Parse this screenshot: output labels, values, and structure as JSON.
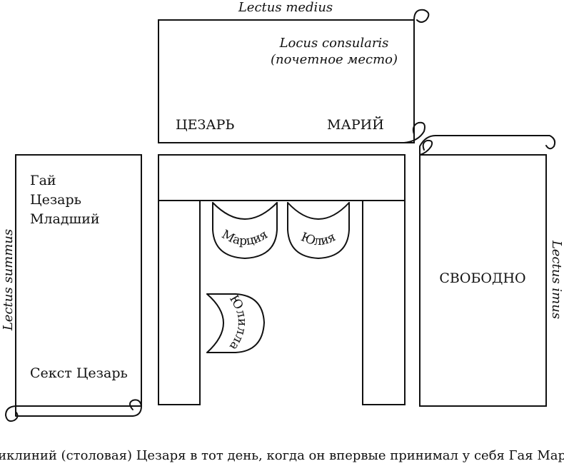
{
  "couches": {
    "medius": {
      "label": "Lectus medius",
      "locus_latin": "Locus consularis",
      "locus_ru": "(почетное место)",
      "guest_left": "ЦЕЗАРЬ",
      "guest_right": "МАРИЙ"
    },
    "summus": {
      "label": "Lectus summus",
      "guest_top_1": "Гай",
      "guest_top_2": "Цезарь",
      "guest_top_3": "Младший",
      "guest_bottom": "Секст Цезарь"
    },
    "imus": {
      "label": "Lectus imus",
      "status": "СВОБОДНО"
    }
  },
  "chairs": {
    "left": "Марция",
    "right": "Юлия",
    "side": "Юлилла"
  },
  "caption": "Триклиний (столовая) Цезаря в тот день, когда он впервые принимал у себя Гая Мария"
}
